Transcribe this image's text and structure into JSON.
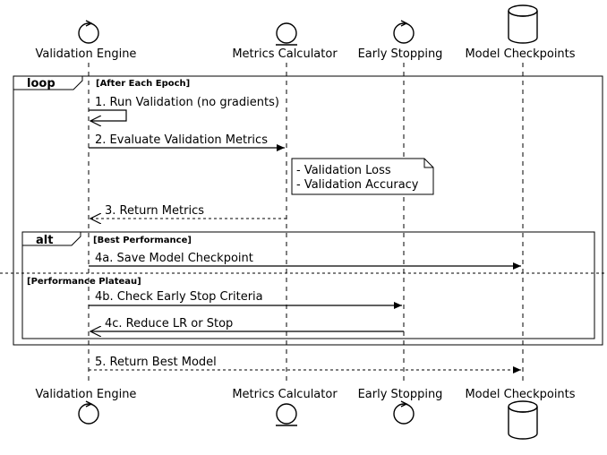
{
  "participants": [
    {
      "id": "validation",
      "name": "Validation Engine",
      "kind": "control"
    },
    {
      "id": "metrics",
      "name": "Metrics Calculator",
      "kind": "entity"
    },
    {
      "id": "early",
      "name": "Early Stopping",
      "kind": "control"
    },
    {
      "id": "checkpoints",
      "name": "Model Checkpoints",
      "kind": "database"
    }
  ],
  "loop": {
    "keyword": "loop",
    "condition": "[After Each Epoch]"
  },
  "alt": {
    "keyword": "alt",
    "condition1": "[Best Performance]",
    "condition2": "[Performance Plateau]"
  },
  "messages": {
    "m1": "1. Run Validation (no gradients)",
    "m2": "2. Evaluate Validation Metrics",
    "m3": "3. Return Metrics",
    "m4a": "4a. Save Model Checkpoint",
    "m4b": "4b. Check Early Stop Criteria",
    "m4c": "4c. Reduce LR or Stop",
    "m5": "5. Return Best Model"
  },
  "note": {
    "line1": "- Validation Loss",
    "line2": "- Validation Accuracy"
  }
}
